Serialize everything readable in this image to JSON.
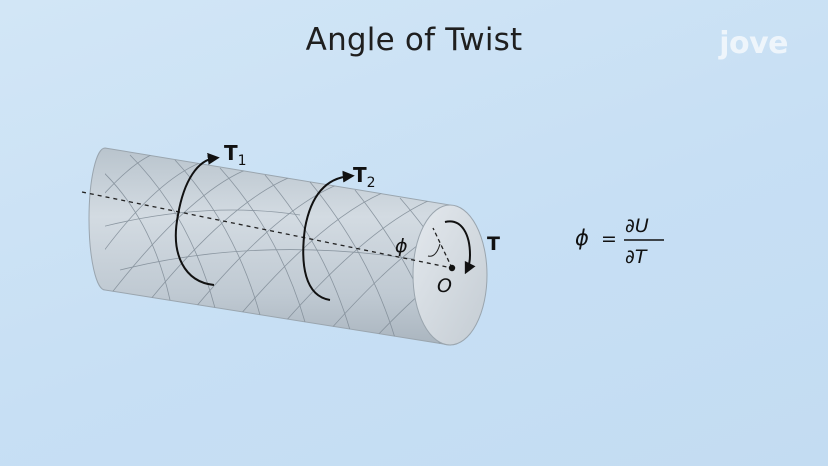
{
  "header": {
    "title": "Angle of Twist",
    "logo_text": "jove"
  },
  "diagram": {
    "torque_1_main": "T",
    "torque_1_sub": "1",
    "torque_2_main": "T",
    "torque_2_sub": "2",
    "torque_end": "T",
    "angle_symbol": "ϕ",
    "center_point": "O"
  },
  "equation": {
    "lhs": "ϕ",
    "equals": "=",
    "numerator": "∂U",
    "denominator": "∂T"
  },
  "colors": {
    "background": "#c9e0f4",
    "shaft_fill": "#c5d0d9",
    "shaft_outline": "#9aa5ae",
    "arrow": "#111111"
  }
}
